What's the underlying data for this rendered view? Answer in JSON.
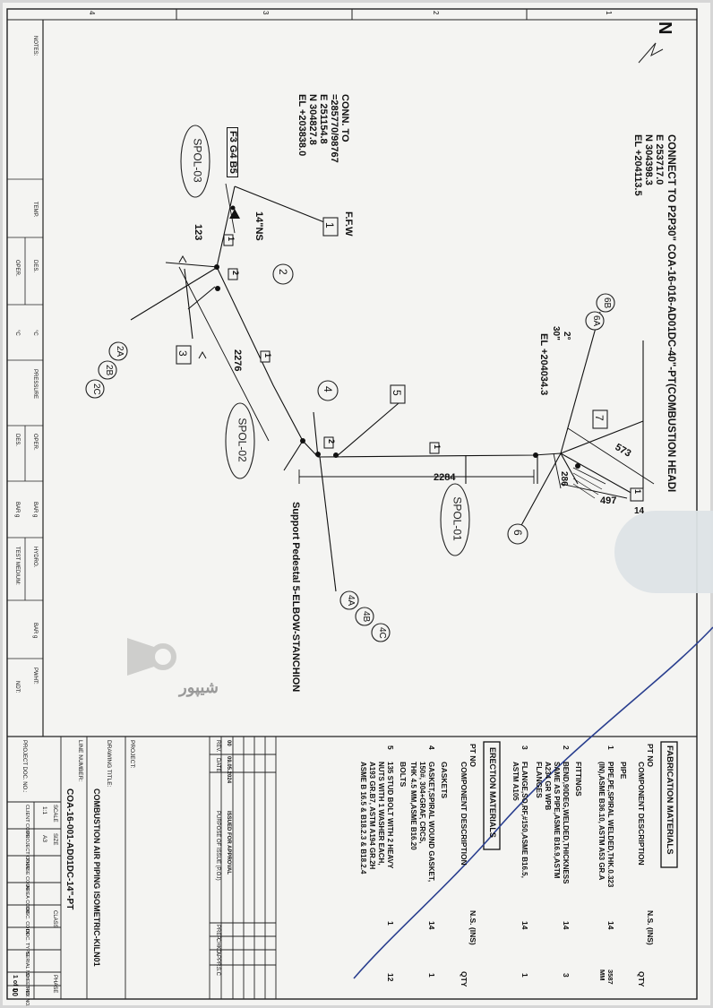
{
  "direction": {
    "north": "N"
  },
  "connections": {
    "top_right": [
      "CONNECT TO P2P30\" COA-16-016-AD01DC-40\"-PT(COMBUSTION HEADI",
      "E 253717.0",
      "N 304398.3",
      "EL +204113.5"
    ],
    "top_left": [
      "CONN. TO",
      "=285770/98767",
      "E 251154.8",
      "N 304827.8",
      "EL +203838.0"
    ]
  },
  "labels": {
    "ref_box": "F3 G4 B5",
    "ffw": "F.F.W",
    "nominal": "14\"NS",
    "support": "Support Pedestal 5-ELBOW-STANCHION",
    "elevation": "EL +204034.3",
    "angle_a": "2°",
    "angle_b": "30\""
  },
  "spools": [
    "SPOL-03",
    "SPOL-02",
    "SPOL-01"
  ],
  "dimensions": {
    "d1": "123",
    "d2": "2276",
    "d3": "2284",
    "d4": "573",
    "d5": "286",
    "d6": "497",
    "d7": "14"
  },
  "callouts": {
    "c1": "1",
    "c2": "2",
    "c2a": "2A",
    "c2b": "2B",
    "c2c": "2C",
    "c3": "3",
    "c4": "4",
    "c4a": "4A",
    "c4b": "4B",
    "c4c": "4C",
    "c5": "5",
    "c6": "6",
    "c6a": "6A",
    "c6b": "6B",
    "c7": "7",
    "tag1": "1",
    "tag2": "2"
  },
  "border_numbers": [
    "4",
    "3",
    "2",
    "1"
  ],
  "left_panel": {
    "notes": "NOTES:",
    "temp": "TEMP.",
    "oper": "OPER.",
    "des": "DES.",
    "deg_c": "°C",
    "pressure": "PRESSURE",
    "bar_g": "BAR g",
    "hydro": "HYDRO.",
    "test_medium": "TEST MEDIUM:",
    "pwht": "PWHT:",
    "ndt": "NDT:"
  },
  "materials": {
    "fab_title": "FABRICATION MATERIALS",
    "pt_no": "PT NO",
    "component_description": "COMPONENT DESCRIPTION",
    "ns_ins": "N.S. (INS)",
    "qty": "QTY",
    "pipe_header": "PIPE",
    "items_fab": [
      {
        "no": "1",
        "desc": "PIPE,PE,SPIRAL WELDED,THK.0.323\n(IN),ASME B36.10, ASTM A53 GR.A",
        "ns": "14",
        "qty": "3587\nMM"
      },
      {
        "no": "2",
        "desc": "BEND,90DEG,WELDED,THICKNESS\nSAME AS PIPE,ASME B16.9,ASTM\nA234 GR WPB",
        "ns": "14",
        "qty": "3"
      },
      {
        "no": "3",
        "desc": "FLANGE,SO,RF,#150,ASME B16.5,\nASTM A105",
        "ns": "14",
        "qty": "1"
      }
    ],
    "fittings_header": "FITTINGS",
    "flanges_header": "FLANGES",
    "erection_title": "ERECTION MATERIALS",
    "gaskets_header": "GASKETS",
    "bolts_header": "BOLTS",
    "items_erect": [
      {
        "no": "4",
        "desc": "GASKET,SPIRAL WOUND GASKET,\n150#, 304+GRAF, CRCS,\nTHK 4.5 MM,ASME B16.20",
        "ns": "14",
        "qty": "1"
      },
      {
        "no": "5",
        "desc": "135 STUD BOLT WITH 2 HEAVY\nNUTS WITH 1 WASHER EACH,\nA193 GR.B7, ASTM A194 GR.2H\nASME B 16.5 & B18.2.3 & B18.2.4",
        "ns": "1",
        "qty": "12"
      }
    ]
  },
  "revision": {
    "rev": "REV.",
    "date": "DATE",
    "purpose": "PURPOSE OF ISSUE (P.O.I)",
    "prep": "PREP.",
    "chkd": "CHKD.",
    "appr": "APPR.",
    "sc": "S.C",
    "row_rev": "00",
    "row_date": "09.05.2024",
    "row_purpose": "ISSUED FOR APPROVAL"
  },
  "title_block": {
    "project": "PROJECT:",
    "drawing_title_label": "DRAWING TITLE:",
    "drawing_title": "COMBUSTION AIR PIPING ISOMETRIC-KILN01",
    "line_number_label": "LINE NUMBER:",
    "line_number": "COA-16-001-AD01DC-14\"-PT",
    "project_doc_no": "PROJECT DOC. NO.:",
    "client_code": "CLIENT CODE",
    "project_code": "PROJECT CODE",
    "scale_label": "SCALE",
    "scale": "1:1",
    "phase_code": "PHASE CODE",
    "size_label": "SIZE",
    "size": "A3",
    "area_code": "AREA CODE",
    "disc_code": "DISC. CODE",
    "class_label": "CLASS",
    "doc_type": "DOC. TYPE",
    "serial_no": "SERIAL NO.",
    "phase_label": "PHASE",
    "sheet_no": "SHEET NO.",
    "sheet": "1 of 1",
    "rev_no": "REV. NO.",
    "rev": "00"
  },
  "watermark": "شیپور"
}
